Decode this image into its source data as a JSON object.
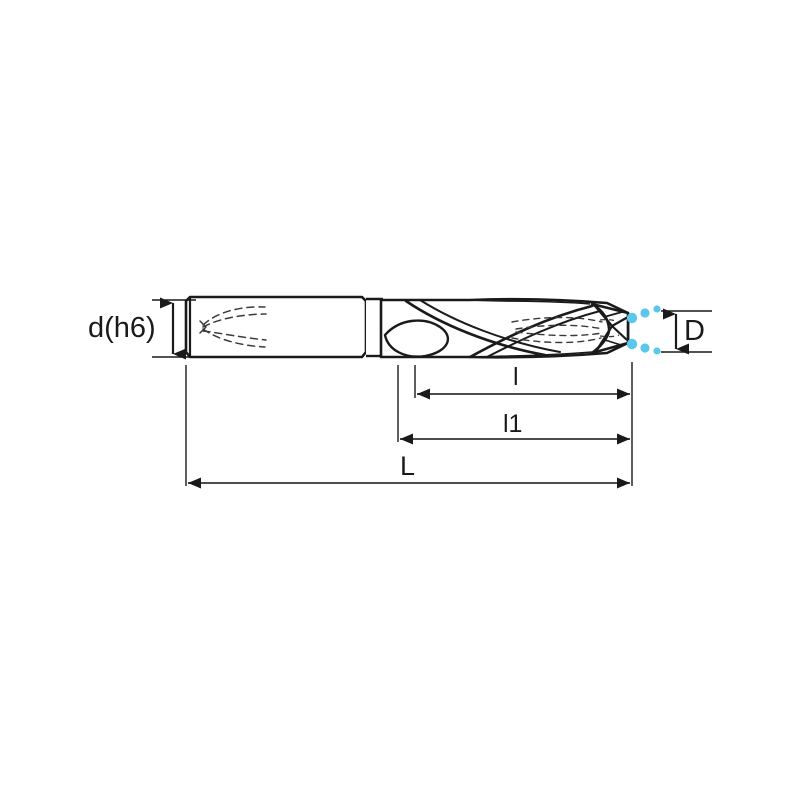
{
  "drawing": {
    "title": "Twist drill technical dimension drawing",
    "subject": "solid-carbide-twist-drill-with-internal-coolant",
    "background_color": "#ffffff",
    "line_color": "#1a1a1a",
    "dimension_line_color": "#4d4d4d",
    "coolant_color": "#5bc8eb",
    "view": "side-elevation"
  },
  "dimensions": {
    "shank_diameter": {
      "label": "d(h6)",
      "name": "shank-diameter",
      "orientation": "vertical",
      "position": "left"
    },
    "cutting_diameter": {
      "label": "D",
      "name": "cutting-diameter",
      "orientation": "vertical",
      "position": "right"
    },
    "flute_length": {
      "label": "l",
      "name": "flute-length",
      "orientation": "horizontal"
    },
    "body_length": {
      "label": "l1",
      "name": "body-length",
      "orientation": "horizontal"
    },
    "overall_length": {
      "label": "L",
      "name": "overall-length",
      "orientation": "horizontal"
    }
  },
  "features": {
    "coolant_spray_dots": 6,
    "flute_count": 2,
    "has_internal_coolant_channels": true
  }
}
